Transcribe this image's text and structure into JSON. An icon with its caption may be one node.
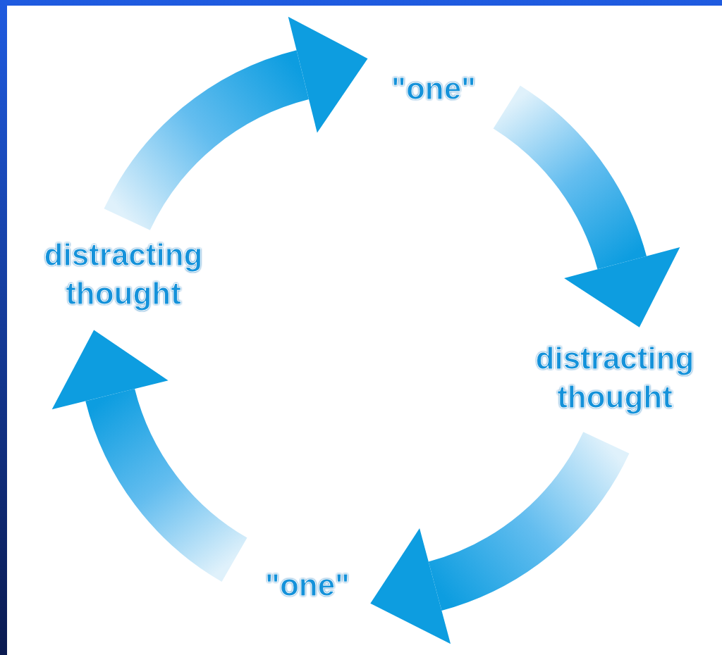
{
  "diagram": {
    "nodes": [
      {
        "text": [
          "\"one\""
        ]
      },
      {
        "text": [
          "distracting thought"
        ]
      },
      {
        "text": [
          "\"one\""
        ]
      },
      {
        "text": [
          "distracting thought"
        ]
      }
    ],
    "edges": [
      {
        "from": 3,
        "to": 0,
        "arrow": "to"
      },
      {
        "from": 0,
        "to": 1,
        "arrow": "to"
      },
      {
        "from": 1,
        "to": 2,
        "arrow": "to"
      },
      {
        "from": 2,
        "to": 3,
        "arrow": "to"
      }
    ]
  }
}
